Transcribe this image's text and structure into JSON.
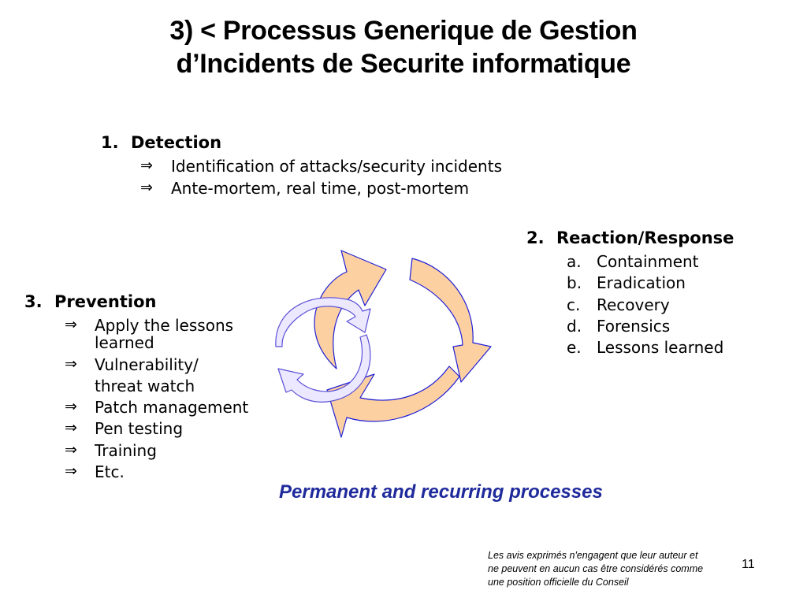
{
  "slide": {
    "title_line1": "3) < Processus Generique de Gestion",
    "title_line2": "d’Incidents de Securite informatique",
    "detection": {
      "number": "1.",
      "heading": "Detection",
      "items": [
        "Identification of attacks/security incidents",
        "Ante-mortem, real time, post-mortem"
      ]
    },
    "reaction": {
      "number": "2.",
      "heading": "Reaction/Response",
      "items": [
        {
          "marker": "a.",
          "text": "Containment"
        },
        {
          "marker": "b.",
          "text": "Eradication"
        },
        {
          "marker": "c.",
          "text": "Recovery"
        },
        {
          "marker": "d.",
          "text": "Forensics"
        },
        {
          "marker": "e.",
          "text": "Lessons learned"
        }
      ]
    },
    "prevention": {
      "number": "3.",
      "heading": "Prevention",
      "items": [
        [
          "Apply the lessons",
          "learned"
        ],
        [
          "Vulnerability/",
          "threat watch"
        ],
        [
          "Patch management"
        ],
        [
          "Pen testing"
        ],
        [
          "Training"
        ],
        [
          "Etc."
        ]
      ]
    },
    "bullet_symbol": "⇒",
    "tagline": "Permanent and recurring processes",
    "disclaimer_lines": [
      "Les avis exprimés n'engagent que leur auteur et",
      "ne peuvent en aucun cas être considérés comme",
      "une position officielle du Conseil"
    ],
    "page_number": "11"
  },
  "colors": {
    "big_arrow_fill": "#fdd0a2",
    "big_arrow_stroke": "#1f1fd6",
    "small_arrow_fill": "#ece8ff",
    "small_arrow_stroke": "#5a4fd6",
    "tagline": "#1f2a9c"
  }
}
